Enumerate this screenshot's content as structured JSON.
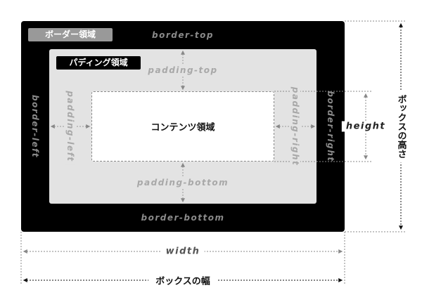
{
  "labels": {
    "border_area": "ボーダー領域",
    "padding_area": "パディング領域",
    "content_area": "コンテンツ領域",
    "border_top": "border-top",
    "border_bottom": "border-bottom",
    "border_left": "border-left",
    "border_right": "border-right",
    "padding_top": "padding-top",
    "padding_bottom": "padding-bottom",
    "padding_left": "padding-left",
    "padding_right": "padding-right",
    "height": "height",
    "width": "width",
    "box_height": "ボックスの高さ",
    "box_width": "ボックスの幅"
  },
  "colors": {
    "border_area": "#000000",
    "padding_area": "#e3e3e3",
    "content_area": "#ffffff",
    "border_tag": "#999999"
  }
}
